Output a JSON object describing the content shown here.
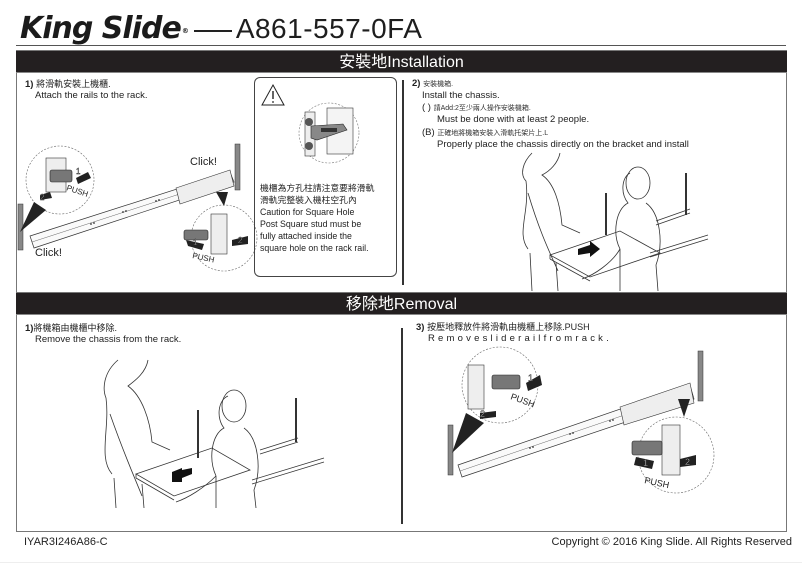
{
  "header": {
    "brand": "King Slide",
    "registered_mark": "®",
    "model": "A861-557-0FA"
  },
  "sections": {
    "installation": {
      "title": "安裝地Installation",
      "steps": [
        {
          "number": "1)",
          "zh": "將滑軌安裝上機櫃.",
          "en": "Attach the rails to the rack.",
          "callouts": [
            "Click!",
            "Click!",
            "PUSH",
            "PUSH",
            "1",
            "2",
            "1",
            "2"
          ]
        },
        {
          "number": "2)",
          "zh": "安裝機箱.",
          "en": "Install the chassis.",
          "notes": [
            {
              "marker": "(  )",
              "zh": "請Add:2至少兩人操作安裝機箱.",
              "en": "Must be done with at least 2 people."
            },
            {
              "marker": "(B)",
              "zh": "正確地將機箱安裝入滑軌托架片上.L",
              "en": "Properly place the chassis directly on the bracket and install"
            }
          ]
        }
      ],
      "caution": {
        "icon": "warning-triangle-icon",
        "symbol": "!",
        "zh_line1": "機櫃為方孔柱請注意要將滑軌",
        "zh_line2": "滑軌完整裝入機柱空孔內",
        "en_lines": [
          "Caution for Square Hole",
          "Post Square stud must be",
          "fully attached inside the",
          "square hole on the rack rail."
        ]
      }
    },
    "removal": {
      "title": "移除地Removal",
      "steps": [
        {
          "number": "1)",
          "zh": "將機箱由機櫃中移除.",
          "en": "Remove the chassis from the rack."
        },
        {
          "number": "3)",
          "zh": "按壓地釋放件將滑軌由機櫃上移除.PUSH",
          "en": "Removesliderailfromrack.",
          "callouts": [
            "PUSH",
            "PUSH",
            "1",
            "2",
            "1",
            "2"
          ]
        }
      ]
    }
  },
  "footer": {
    "doc_code": "IYAR3I246A86-C",
    "copyright": "Copyright © 2016 King Slide. All Rights Reserved"
  }
}
